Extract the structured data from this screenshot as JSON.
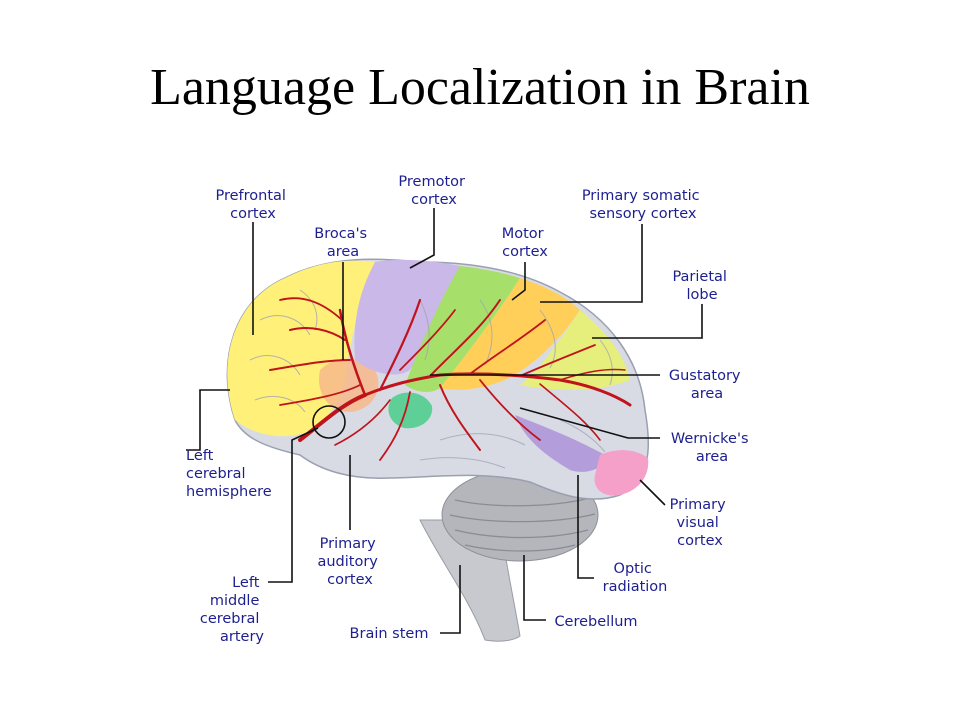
{
  "title": "Language Localization in Brain",
  "labels": {
    "prefrontal": [
      "Prefrontal",
      "cortex"
    ],
    "premotor": [
      "Premotor",
      "cortex"
    ],
    "somatic": [
      "Primary somatic",
      "sensory cortex"
    ],
    "broca": [
      "Broca's",
      "area"
    ],
    "motor": [
      "Motor",
      "cortex"
    ],
    "parietal": [
      "Parietal",
      "lobe"
    ],
    "gustatory": [
      "Gustatory",
      "area"
    ],
    "wernicke": [
      "Wernicke's",
      "area"
    ],
    "visual": [
      "Primary",
      "visual",
      "cortex"
    ],
    "left_hemisphere": [
      "Left",
      "cerebral",
      "hemisphere"
    ],
    "auditory": [
      "Primary",
      "auditory",
      "cortex"
    ],
    "optic": [
      "Optic",
      "radiation"
    ],
    "artery": [
      "Left",
      "middle",
      "cerebral",
      "artery"
    ],
    "stem": [
      "Brain stem"
    ],
    "cerebellum": [
      "Cerebellum"
    ]
  },
  "colors": {
    "label_text": "#1d1f8f",
    "leader_line": "#111111",
    "artery": "#c0141c",
    "prefrontal": "#fff07a",
    "premotor": "#c9b8e8",
    "motor": "#a6e06a",
    "sensory": "#ffcf5a",
    "parietal": "#e6ef7c",
    "temporal_gray": "#d9dbe4",
    "wernicke": "#b39ddb",
    "visual": "#f5a0c8",
    "cerebellum": "#b4b6bc",
    "stem": "#c7c9cf"
  }
}
